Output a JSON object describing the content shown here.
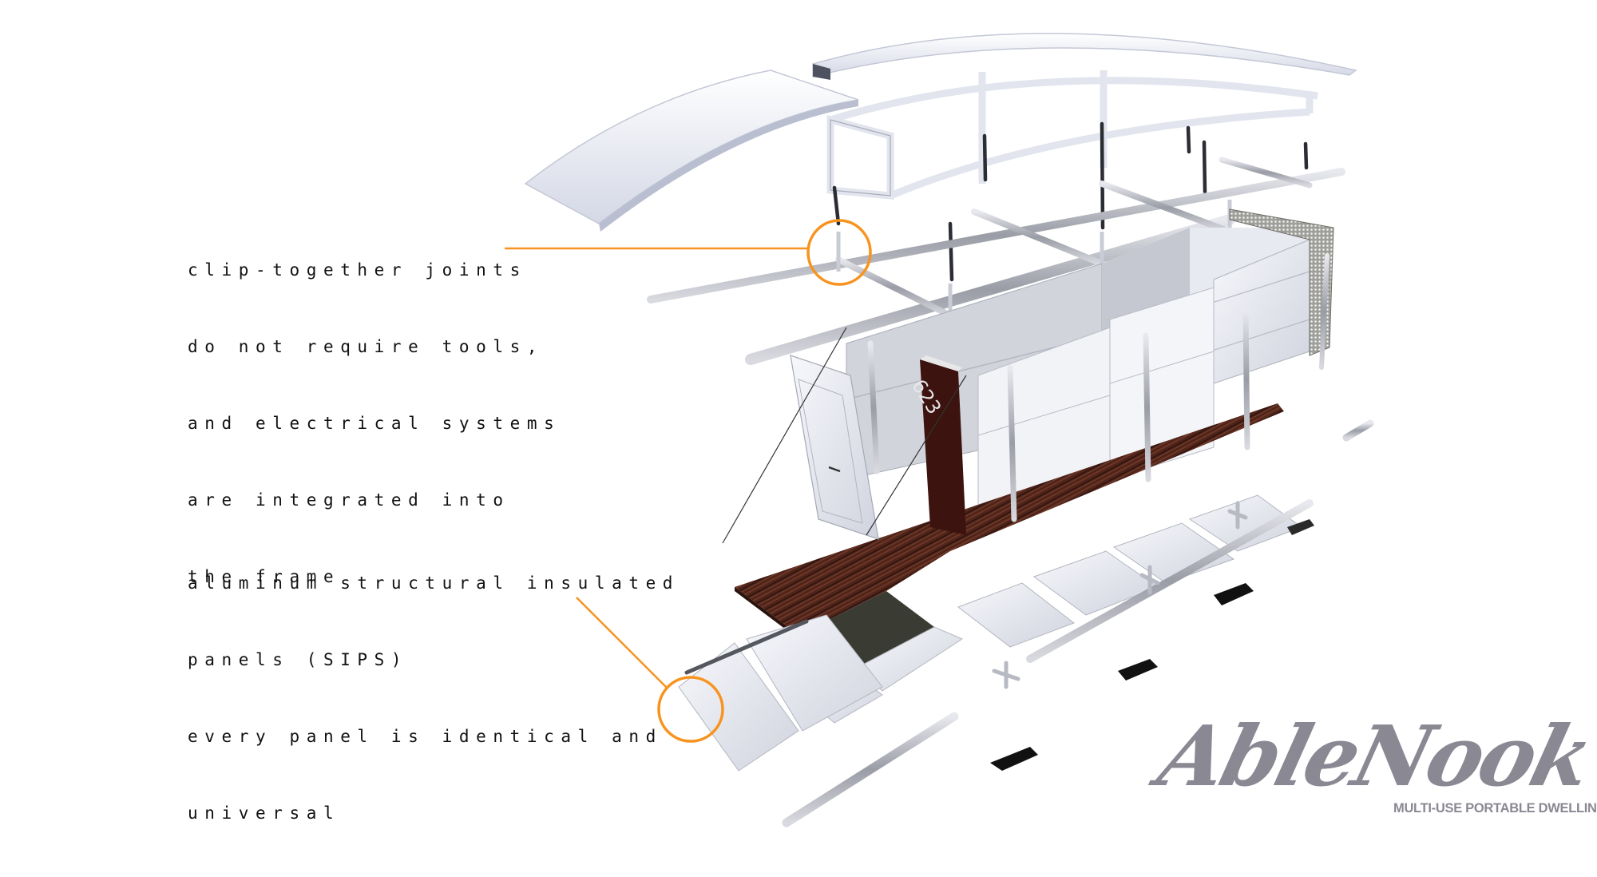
{
  "colors": {
    "background": "#ffffff",
    "callout_accent": "#f7931e",
    "text": "#111111",
    "logo": "#8a8893",
    "wood_floor": "#4a231a",
    "panel_white": "#eef0f6",
    "frame_aluminum": "#b9bcc6",
    "sign_dark": "#3a1410"
  },
  "callouts": [
    {
      "id": "joints",
      "lines": [
        "clip-together joints",
        "do not require tools,",
        "and electrical systems",
        "are integrated into",
        "the frame"
      ]
    },
    {
      "id": "panels",
      "lines": [
        "aluminum structural insulated",
        "panels (SIPS)",
        "every panel is identical and",
        "universal"
      ]
    }
  ],
  "illustration": {
    "subject": "exploded-view portable dwelling",
    "sign_number": "623",
    "components": [
      "curved roof panels",
      "clerestory frame",
      "aluminum frame rails",
      "wall SIPS panels",
      "entry door",
      "address post",
      "mesh screen panel",
      "wood floor deck",
      "floor SIPS panels",
      "base rails",
      "cross connectors",
      "leveling feet with base plates"
    ]
  },
  "logo": {
    "name": "AbleNook",
    "tagline": "MULTI-USE PORTABLE DWELLING"
  }
}
